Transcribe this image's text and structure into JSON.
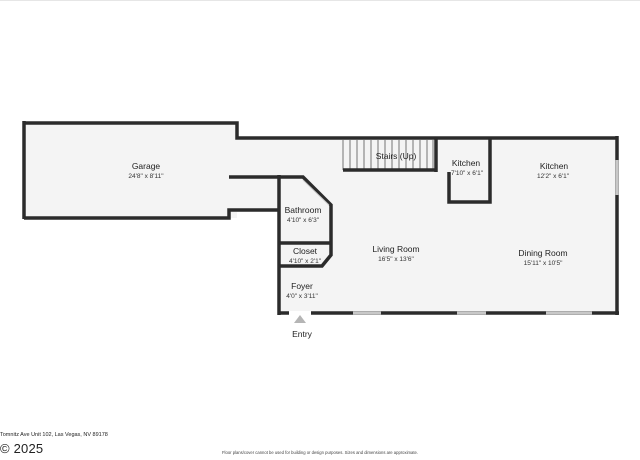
{
  "plan": {
    "rooms": [
      {
        "id": "garage",
        "name": "Garage",
        "dims": "24'8\" x 8'11\""
      },
      {
        "id": "stairs",
        "name": "Stairs (Up)",
        "dims": ""
      },
      {
        "id": "kitchen-small",
        "name": "Kitchen",
        "dims": "7'10\" x 6'1\""
      },
      {
        "id": "kitchen",
        "name": "Kitchen",
        "dims": "12'2\" x 6'1\""
      },
      {
        "id": "bathroom",
        "name": "Bathroom",
        "dims": "4'10\" x 6'3\""
      },
      {
        "id": "closet",
        "name": "Closet",
        "dims": "4'10\" x 2'1\""
      },
      {
        "id": "living-room",
        "name": "Living Room",
        "dims": "16'5\" x 13'6\""
      },
      {
        "id": "dining-room",
        "name": "Dining Room",
        "dims": "15'11\" x 10'5\""
      },
      {
        "id": "foyer",
        "name": "Foyer",
        "dims": "4'0\" x 3'11\""
      }
    ],
    "entry_label": "Entry"
  },
  "footer": {
    "address": "Tomnitz Ave Unit 102, Las Vegas, NV 89178",
    "copyright": "© 2025",
    "disclaimer": "Floor plans/cover cannot be used for building or design purposes. Sizes and dimensions are approximate."
  },
  "colors": {
    "wall": "#2b2b2b",
    "floor": "#f4f4f4",
    "window": "#c8c8c8",
    "entry_marker": "#b5b5b5"
  }
}
